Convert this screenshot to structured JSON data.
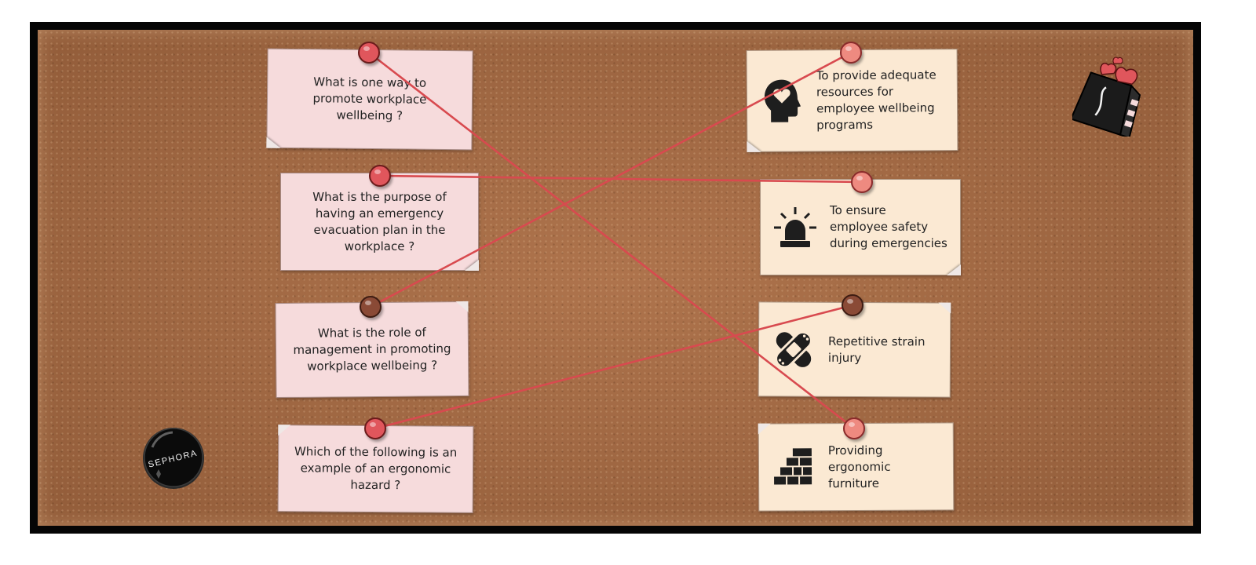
{
  "brand": {
    "badge_text": "SEPHORA"
  },
  "colors": {
    "string": "#d84a4f",
    "pin_red": "#e0565c",
    "pin_salmon": "#ee8a80",
    "pin_brown": "#8a4a36",
    "question_card": "#f6dbdc",
    "answer_card": "#fbe9d3"
  },
  "questions": [
    {
      "text": "What is one way to promote workplace wellbeing ?"
    },
    {
      "text": "What is the purpose of having an emergency evacuation plan in the workplace ?"
    },
    {
      "text": "What is the role of management in promoting workplace wellbeing ?"
    },
    {
      "text": "Which of the following is an example of an ergonomic hazard ?"
    }
  ],
  "answers": [
    {
      "text": "To provide adequate resources for employee wellbeing programs",
      "icon": "head-heart-icon"
    },
    {
      "text": "To ensure employee safety during emergencies",
      "icon": "siren-icon"
    },
    {
      "text": "Repetitive strain injury",
      "icon": "bandage-icon"
    },
    {
      "text": "Providing ergonomic furniture",
      "icon": "stairs-icon"
    }
  ],
  "connections": [
    {
      "question": 1,
      "answer": 4
    },
    {
      "question": 2,
      "answer": 2
    },
    {
      "question": 3,
      "answer": 1
    },
    {
      "question": 4,
      "answer": 3
    }
  ]
}
